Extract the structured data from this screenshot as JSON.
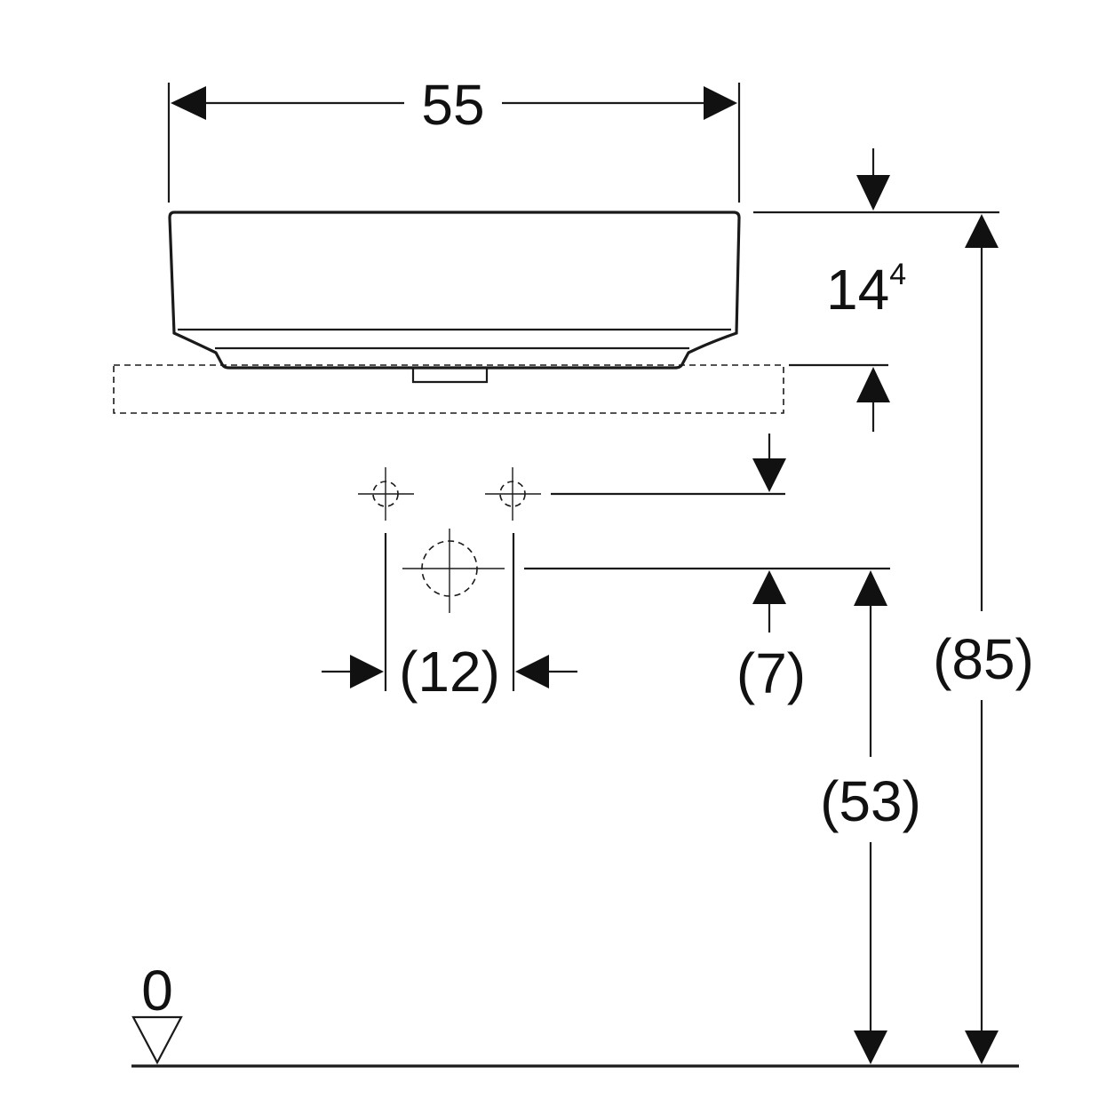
{
  "dimensions": {
    "width": "55",
    "basin_height": "14",
    "basin_height_sup": "4",
    "tap_spacing": "(12)",
    "drain_offset": "(7)",
    "drain_height": "(53)",
    "total_height": "(85)",
    "floor_level": "0"
  }
}
